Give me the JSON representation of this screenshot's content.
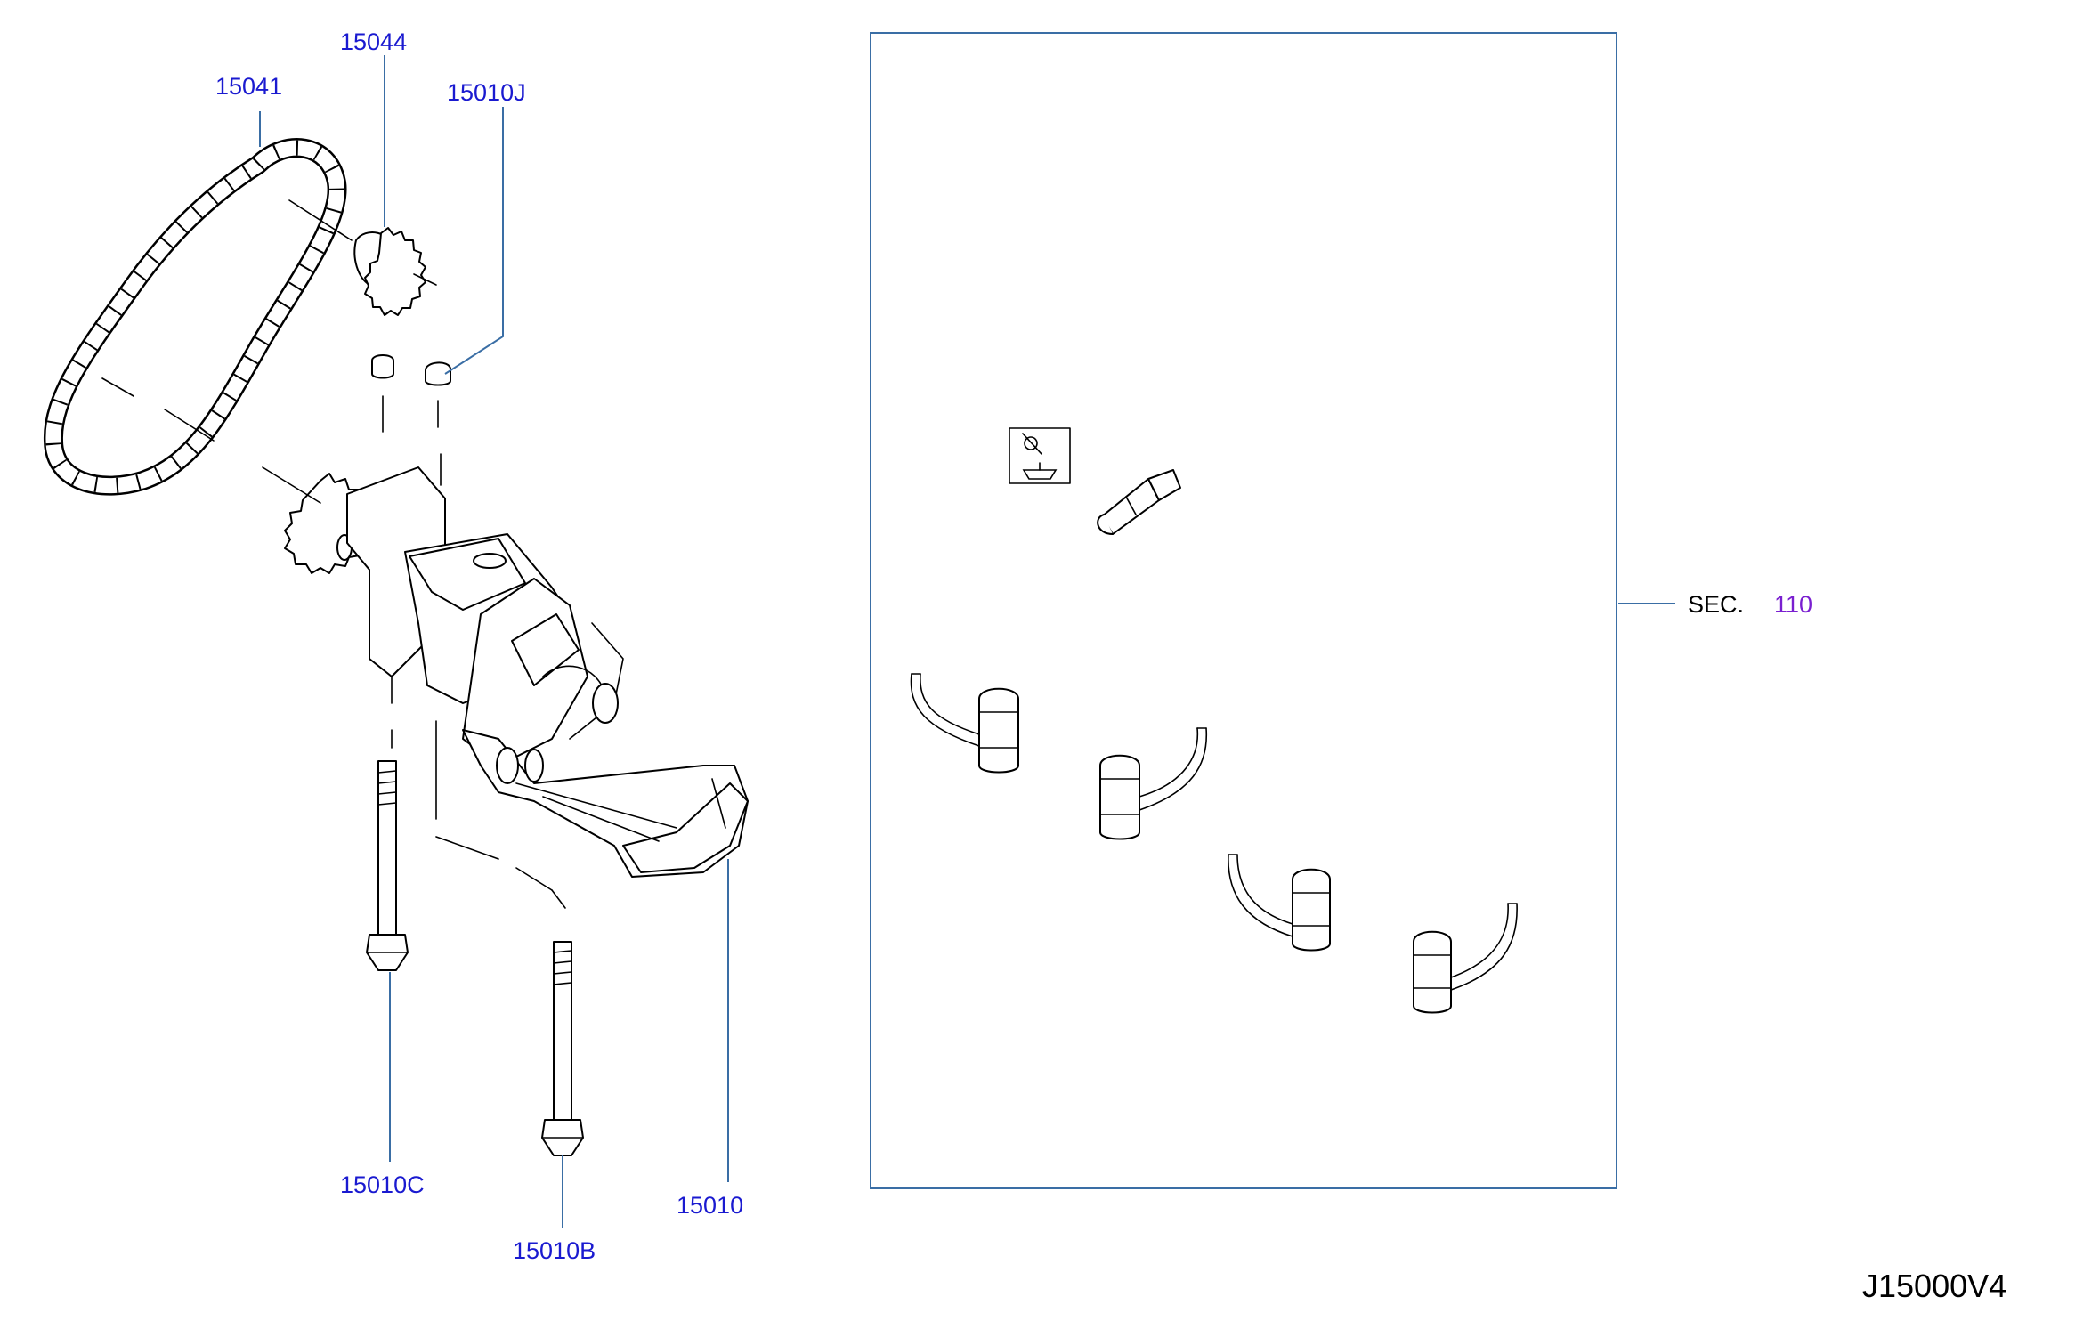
{
  "colors": {
    "callout": "#1a1ad0",
    "reference": "#7a1fd0",
    "leader": "#3a6ea5",
    "frame": "#3a6ea5",
    "linework": "#000000"
  },
  "callouts": {
    "c15041": "15041",
    "c15044": "15044",
    "c15010J": "15010J",
    "c15010C": "15010C",
    "c15010B": "15010B",
    "c15010": "15010"
  },
  "section_ref": {
    "prefix": "SEC.",
    "number": "110"
  },
  "diagram_code": "J15000V4"
}
